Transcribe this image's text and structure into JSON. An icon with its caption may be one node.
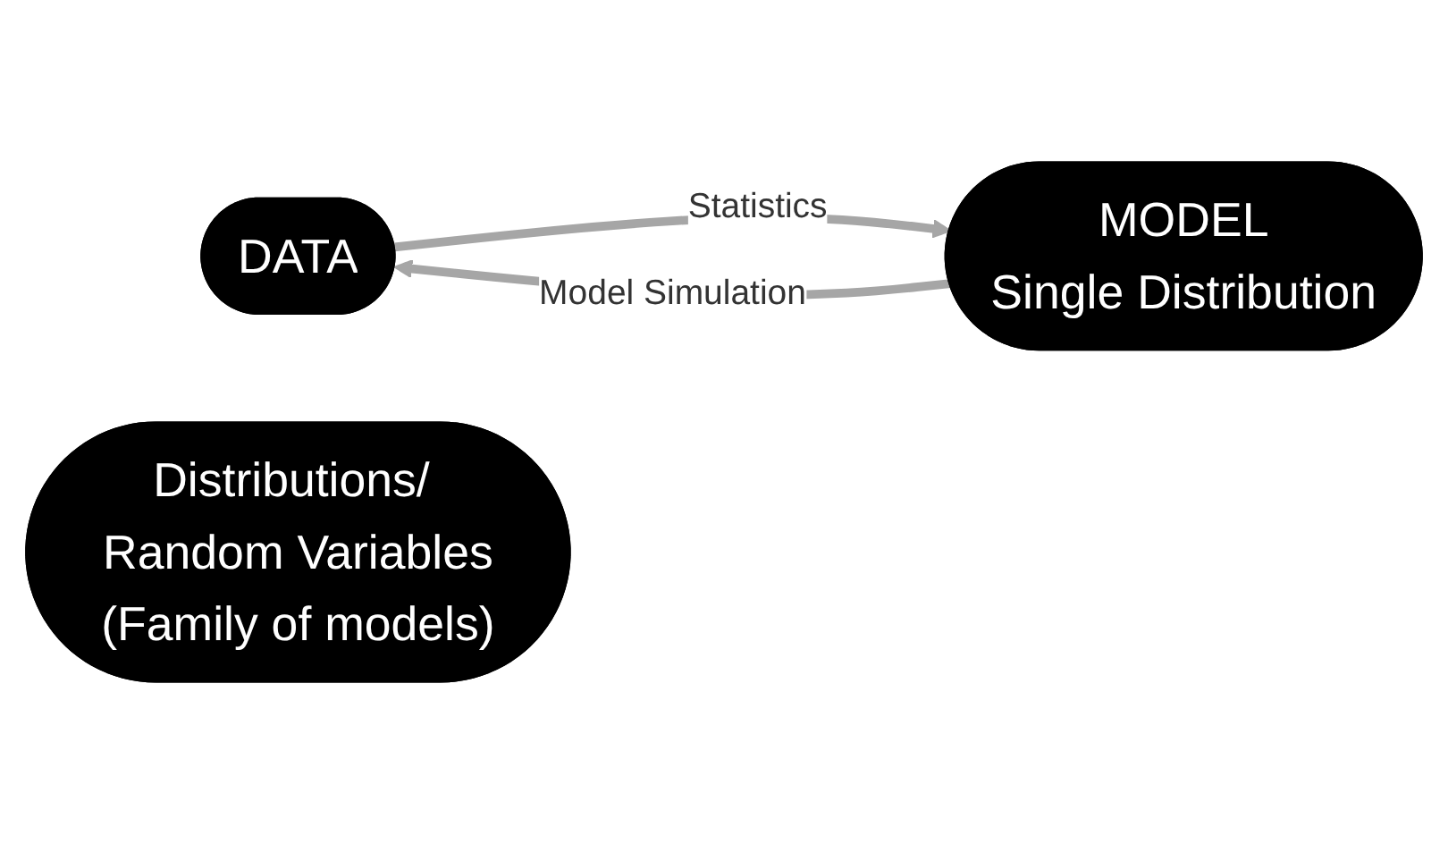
{
  "diagram": {
    "nodes": [
      {
        "text": [
          "DATA"
        ]
      },
      {
        "text": [
          "MODEL",
          "Single Distribution"
        ]
      },
      {
        "text": [
          "Distributions/ Random Variables",
          "(Family of models)"
        ]
      }
    ],
    "edges": [
      {
        "from": 1,
        "to": 0,
        "arrow": "to",
        "label": "Model Simulation"
      },
      {
        "from": 0,
        "to": 1,
        "arrow": "to",
        "label": "Statistics"
      }
    ]
  }
}
